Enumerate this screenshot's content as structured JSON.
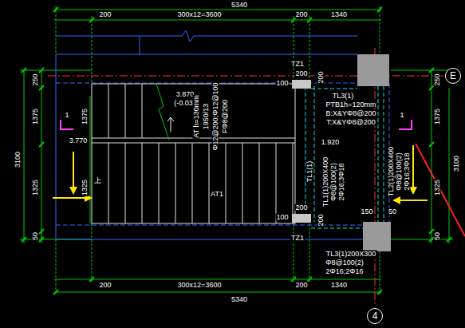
{
  "diagram": {
    "nodes": [
      {
        "text": [
          "E"
        ]
      },
      {
        "text": [
          "4"
        ]
      }
    ],
    "labels": [
      "5340",
      "200",
      "300x12=3600",
      "200",
      "1340",
      "250",
      "1375",
      "3100",
      "1325",
      "50",
      "1",
      "1375",
      "1325",
      "3.870",
      "(-0.030)",
      "3.770",
      "上",
      "AT h=130mm",
      "1950/13",
      "Φ12@200;Φ12@100",
      "FΦ8@200",
      "AT1",
      "TZ1",
      "100",
      "200",
      "200",
      "TL3(1)",
      "PTB1h=120mm",
      "B:X&YΦ8@200",
      "T:X&YΦ8@200",
      "1.920",
      "TL1(1)",
      "TL1(1)200X400",
      "Φ8@100(2)",
      "2Φ16;3Φ18",
      "TL2(1)200X400",
      "Φ8@100(2)",
      "2Φ16;3Φ18",
      "150",
      "50",
      "TZ1",
      "100",
      "200",
      "200",
      "TL3(1)200X300",
      "Φ8@100(2)",
      "2Φ16;2Φ16",
      "200",
      "300x12=3600",
      "200",
      "1340",
      "5340",
      "250",
      "1375",
      "3100",
      "1325",
      "50",
      "1"
    ]
  }
}
